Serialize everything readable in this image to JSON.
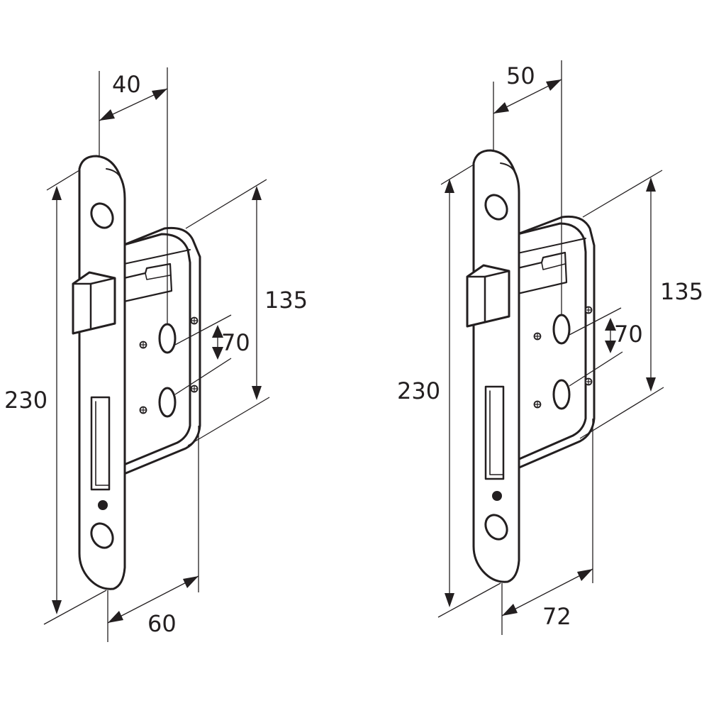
{
  "colors": {
    "line": "#231f20",
    "background": "#ffffff"
  },
  "locks": [
    {
      "name": "lock-left",
      "backset": "40",
      "overall_height": "230",
      "case_height": "135",
      "center_distance": "70",
      "case_depth": "60"
    },
    {
      "name": "lock-right",
      "backset": "50",
      "overall_height": "230",
      "case_height": "135",
      "center_distance": "70",
      "case_depth": "72"
    }
  ]
}
